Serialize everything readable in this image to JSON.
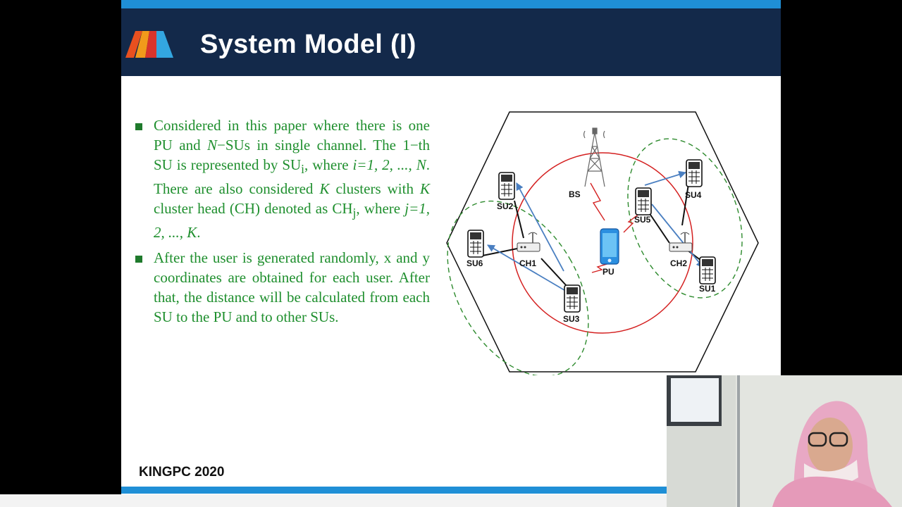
{
  "slide": {
    "title": "System Model (I)",
    "footer": "KINGPC 2020",
    "accent_color": "#1f8fd6",
    "header_color": "#13294a",
    "text_color": "#1f8f2e"
  },
  "bullets": [
    {
      "p1": "Considered in this paper where there is one PU and ",
      "i1": "N",
      "p2": "−SUs in single channel. The 1−th SU is represented by SU",
      "sub1": "i",
      "p3": ", where ",
      "i2": "i=1, 2, ..., N",
      "p4": ". There are also considered ",
      "i3": "K",
      "p5": " clusters with ",
      "i4": "K",
      "p6": " cluster head (CH) denoted as CH",
      "sub2": "j",
      "p7": ", where ",
      "i5": "j=1, 2, ..., K",
      "p8": "."
    },
    {
      "text": "After the user is generated randomly, x and y coordinates are obtained for each user. After that, the distance will be calculated from each SU to the PU and to other SUs."
    }
  ],
  "diagram": {
    "labels": {
      "bs": "BS",
      "pu": "PU",
      "ch1": "CH1",
      "ch2": "CH2",
      "su1": "SU1",
      "su2": "SU2",
      "su3": "SU3",
      "su4": "SU4",
      "su5": "SU5",
      "su6": "SU6"
    },
    "icons": {
      "bs": "cell-tower-icon",
      "pu": "smartphone-icon",
      "ch": "router-icon",
      "su": "mobile-phone-icon"
    },
    "colors": {
      "pu_range": "#d42020",
      "cluster": "#2e8b2e",
      "link": "#4a7fc1",
      "signal": "#d42020"
    }
  }
}
